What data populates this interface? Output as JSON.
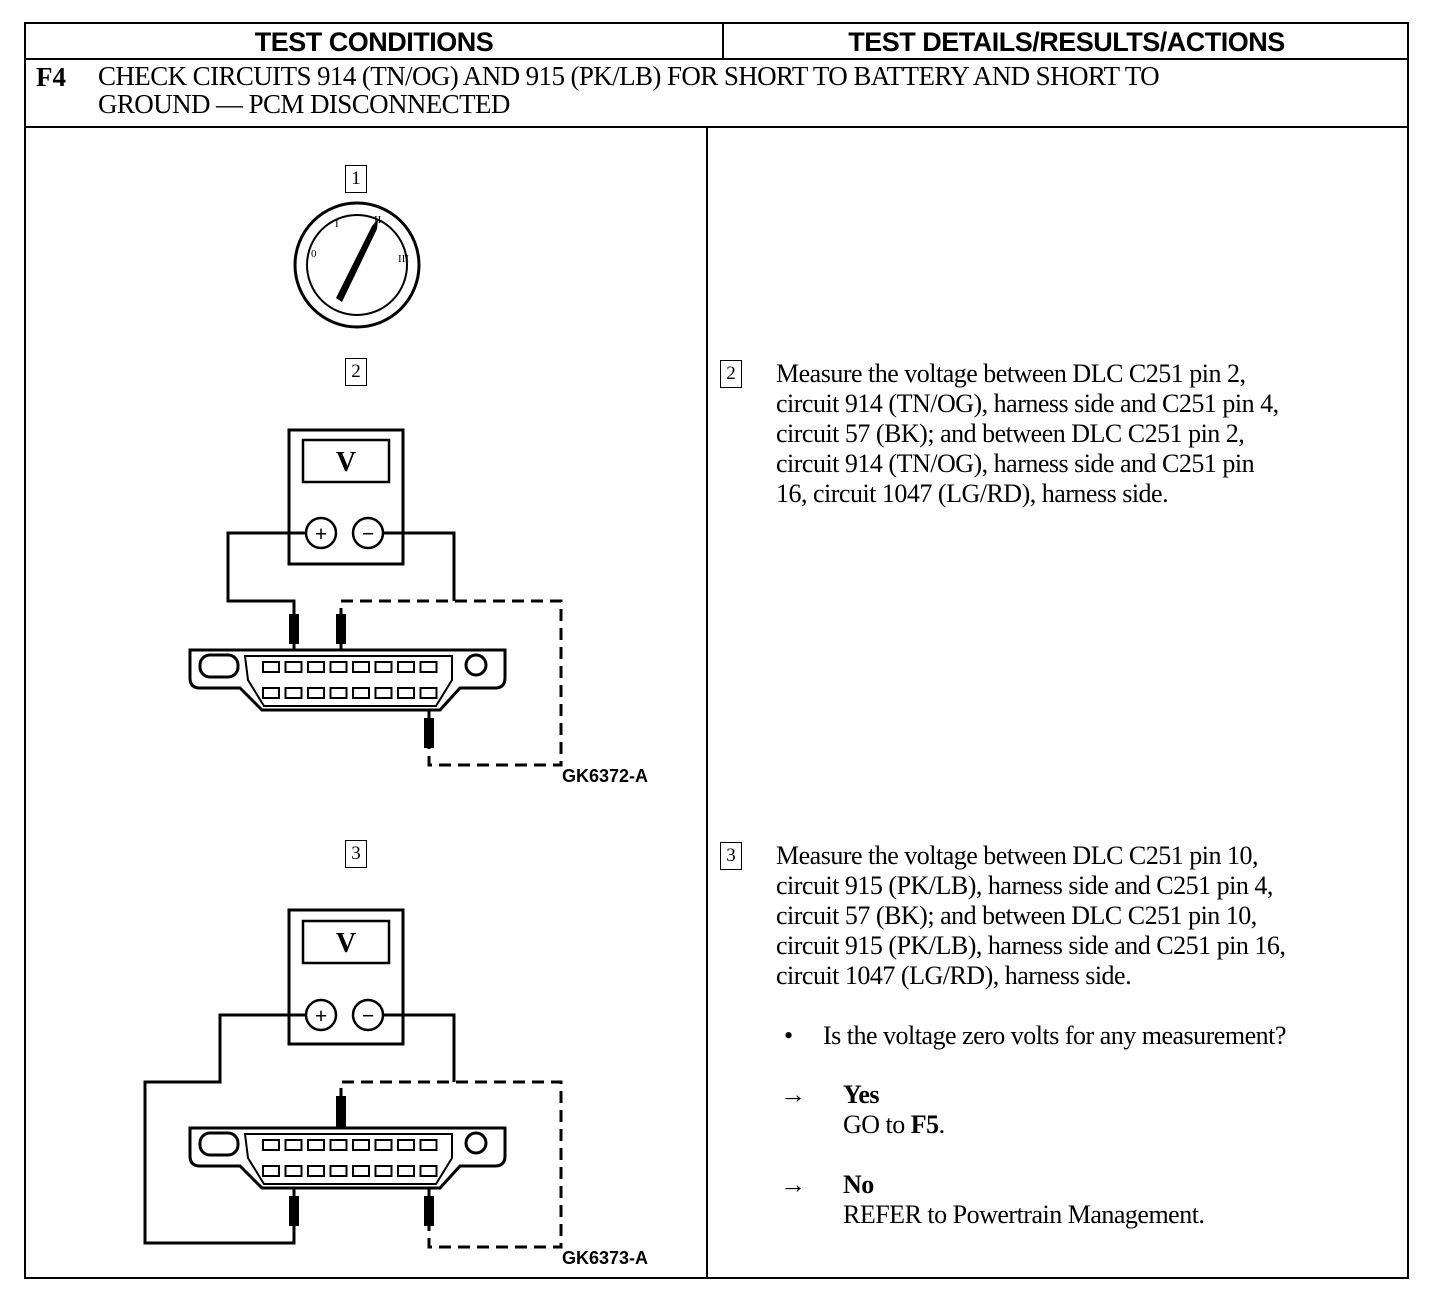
{
  "header": {
    "left": "TEST CONDITIONS",
    "right": "TEST DETAILS/RESULTS/ACTIONS"
  },
  "step": {
    "id": "F4",
    "title_line1": "CHECK CIRCUITS 914 (TN/OG) AND 915 (PK/LB) FOR SHORT TO BATTERY AND SHORT TO",
    "title_line2": "GROUND — PCM DISCONNECTED"
  },
  "diagram": {
    "step1_number": "1",
    "step2_number": "2",
    "step3_number": "3",
    "meter_label": "V",
    "plus_symbol": "+",
    "minus_symbol": "−",
    "ignition_positions": [
      "0",
      "I",
      "II",
      "III"
    ],
    "figure1_id": "GK6372-A",
    "figure2_id": "GK6373-A"
  },
  "details": {
    "step2": {
      "number": "2",
      "lines": [
        "Measure the voltage between DLC C251 pin 2,",
        "circuit 914 (TN/OG), harness side and C251 pin 4,",
        "circuit 57 (BK); and between DLC C251 pin 2,",
        "circuit 914 (TN/OG), harness side and C251 pin",
        "16, circuit 1047 (LG/RD), harness side."
      ]
    },
    "step3": {
      "number": "3",
      "lines": [
        "Measure the voltage between DLC C251 pin 10,",
        "circuit 915 (PK/LB), harness side and C251 pin 4,",
        "circuit 57 (BK); and between DLC C251 pin 10,",
        "circuit 915 (PK/LB), harness side and C251 pin 16,",
        "circuit 1047 (LG/RD), harness  side."
      ],
      "bullet": "•",
      "question": "Is the voltage zero volts for any measurement?",
      "arrow": "→",
      "yes_label": "Yes",
      "yes_action_prefix": "GO to ",
      "yes_action_target": "F5",
      "yes_action_suffix": ".",
      "no_label": "No",
      "no_action": "REFER to Powertrain Management."
    }
  }
}
